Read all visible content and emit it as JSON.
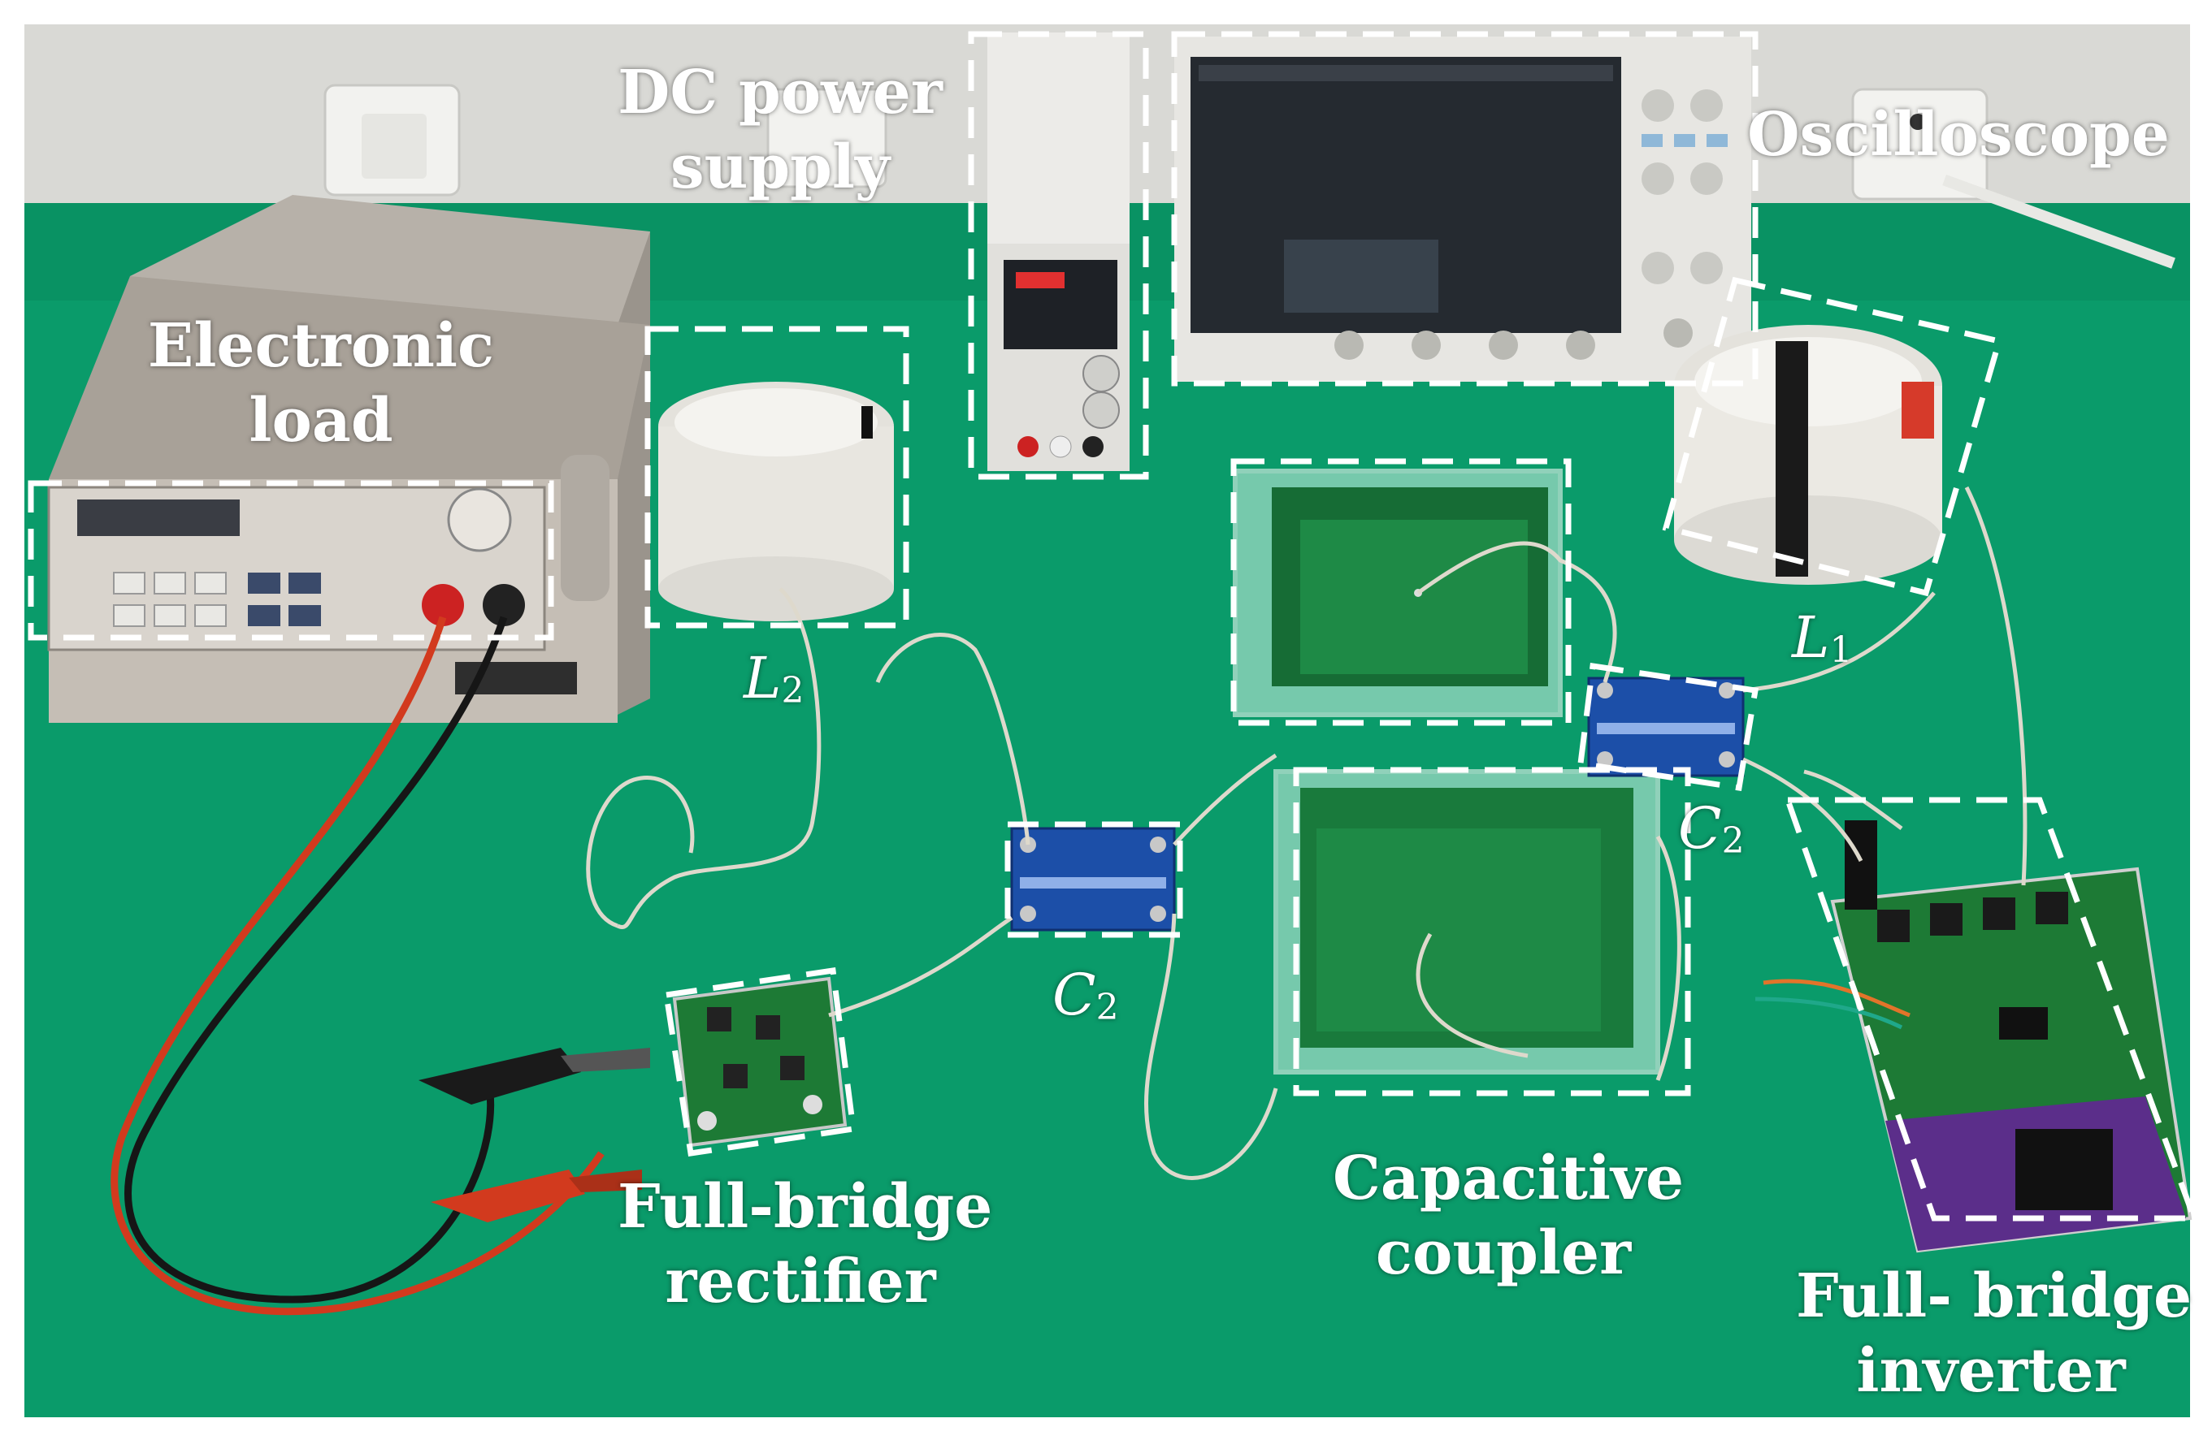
{
  "labels": {
    "dc_power_supply": [
      "DC power",
      "supply"
    ],
    "oscilloscope": "Oscilloscope",
    "electronic_load": [
      "Electronic",
      "load"
    ],
    "capacitive_coupler": [
      "Capacitive",
      "coupler"
    ],
    "full_bridge_rectifier": [
      "Full-bridge",
      "rectifier"
    ],
    "full_bridge_inverter": [
      "Full- bridge",
      "inverter"
    ]
  },
  "symbols": {
    "l2": {
      "main": "L",
      "sub": "2"
    },
    "l1": {
      "main": "L",
      "sub": "1"
    },
    "c2_left": {
      "main": "C",
      "sub": "2"
    },
    "c2_right": {
      "main": "C",
      "sub": "2"
    }
  },
  "colors": {
    "bench_green": "#0a9b6a",
    "wall": "#d8d8d4",
    "label_text": "#ffffff",
    "dashed_box": "#ffffff",
    "pcb_blue": "#1c4fa8",
    "pcb_green": "#1d7a35",
    "probe_red": "#d23a1e",
    "probe_black": "#161616"
  }
}
